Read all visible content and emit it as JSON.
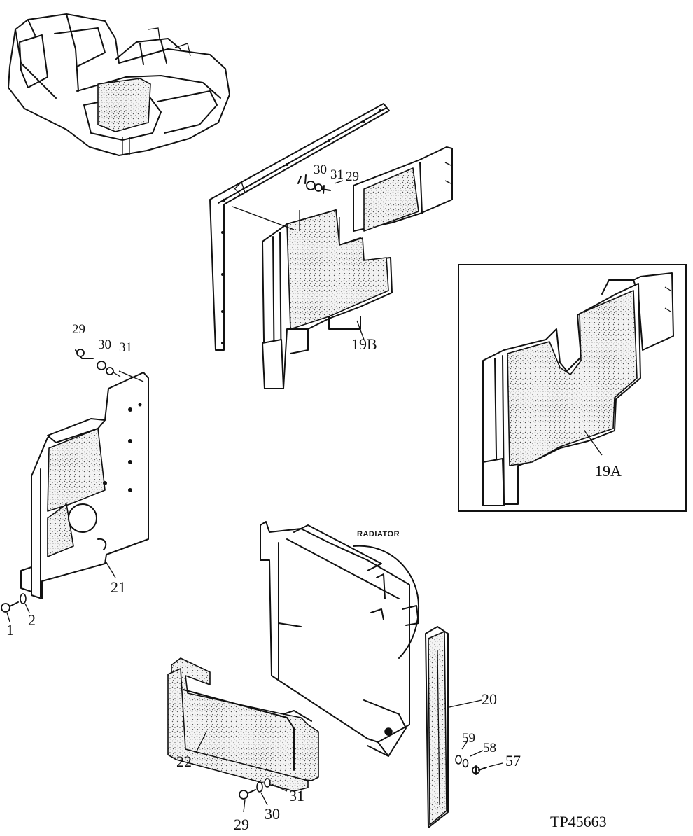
{
  "figure_id": "TP45663",
  "header_label": "RADIATOR",
  "callouts": {
    "p1": "1",
    "p2": "2",
    "p19A": "19A",
    "p19B": "19B",
    "p20": "20",
    "p21": "21",
    "p22": "22",
    "p29_a": "29",
    "p30_a": "30",
    "p31_a": "31",
    "p29_b": "29",
    "p30_b": "30",
    "p31_b": "31",
    "p29_c": "29",
    "p30_c": "30",
    "p31_c": "31",
    "p57": "57",
    "p58": "58",
    "p59": "59"
  }
}
